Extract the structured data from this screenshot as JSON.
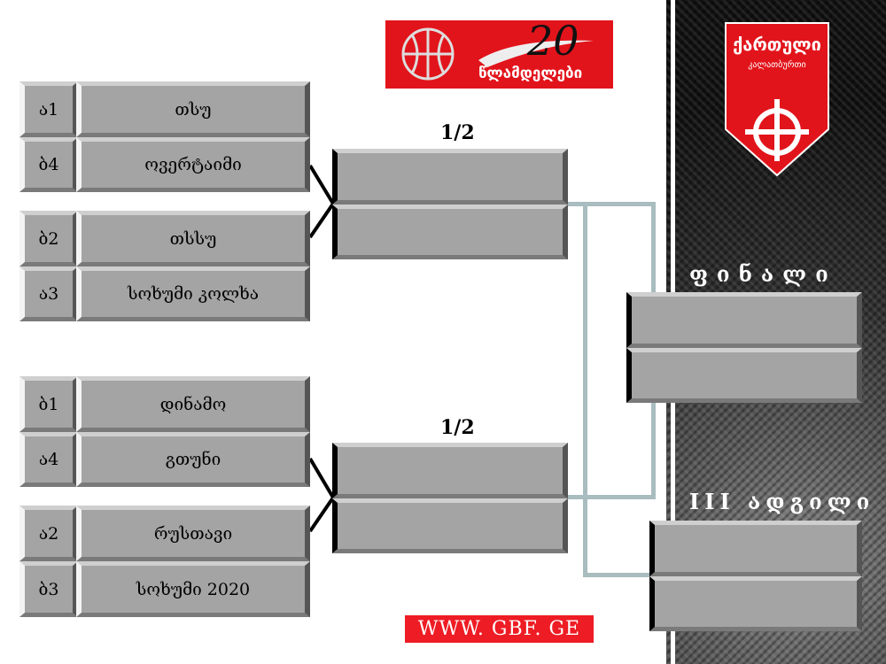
{
  "header_logo": {
    "number": "20",
    "text": "წლამდელები"
  },
  "federation_logo": {
    "line1": "ქართული",
    "line2": "კალათბურთი"
  },
  "groups": [
    [
      {
        "seed": "ა1",
        "team": "თსუ"
      },
      {
        "seed": "ბ4",
        "team": "ოვერტაიმი"
      }
    ],
    [
      {
        "seed": "ბ2",
        "team": "თსსუ"
      },
      {
        "seed": "ა3",
        "team": "სოხუმი კოლხა"
      }
    ],
    [
      {
        "seed": "ბ1",
        "team": "დინამო"
      },
      {
        "seed": "ა4",
        "team": "გთუნი"
      }
    ],
    [
      {
        "seed": "ა2",
        "team": "რუსთავი"
      },
      {
        "seed": "ბ3",
        "team": "სოხუმი 2020"
      }
    ]
  ],
  "semifinal_label": "1/2",
  "final_label": "ფინალი",
  "third_place_label": "III ადგილი",
  "website": "WWW. GBF. GE",
  "colors": {
    "brand_red": "#e2141b",
    "connector": "#a9bcc0"
  }
}
